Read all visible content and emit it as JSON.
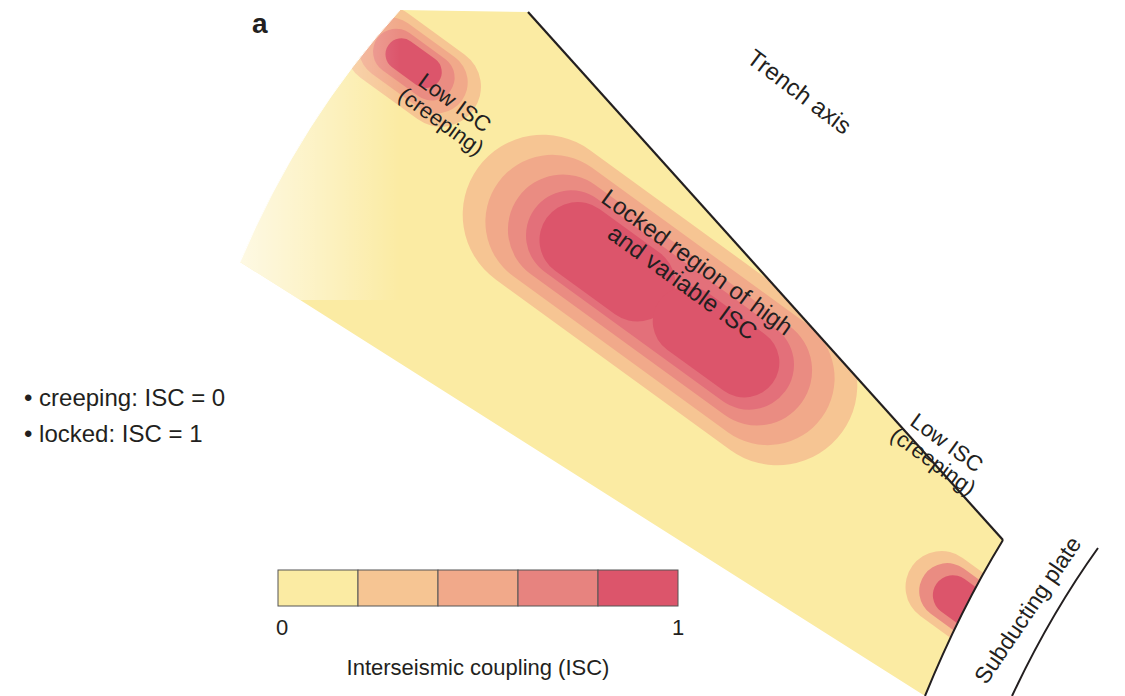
{
  "diagram": {
    "labels": [
      "a",
      "Low ISC (creeping)",
      "Locked region of high and variable ISC",
      "Trench axis",
      "Low ISC (creeping)",
      "Subducting plate",
      "• creeping: ISC = 0",
      "• locked: ISC = 1",
      "0",
      "1",
      "Interseismic coupling (ISC)"
    ]
  }
}
